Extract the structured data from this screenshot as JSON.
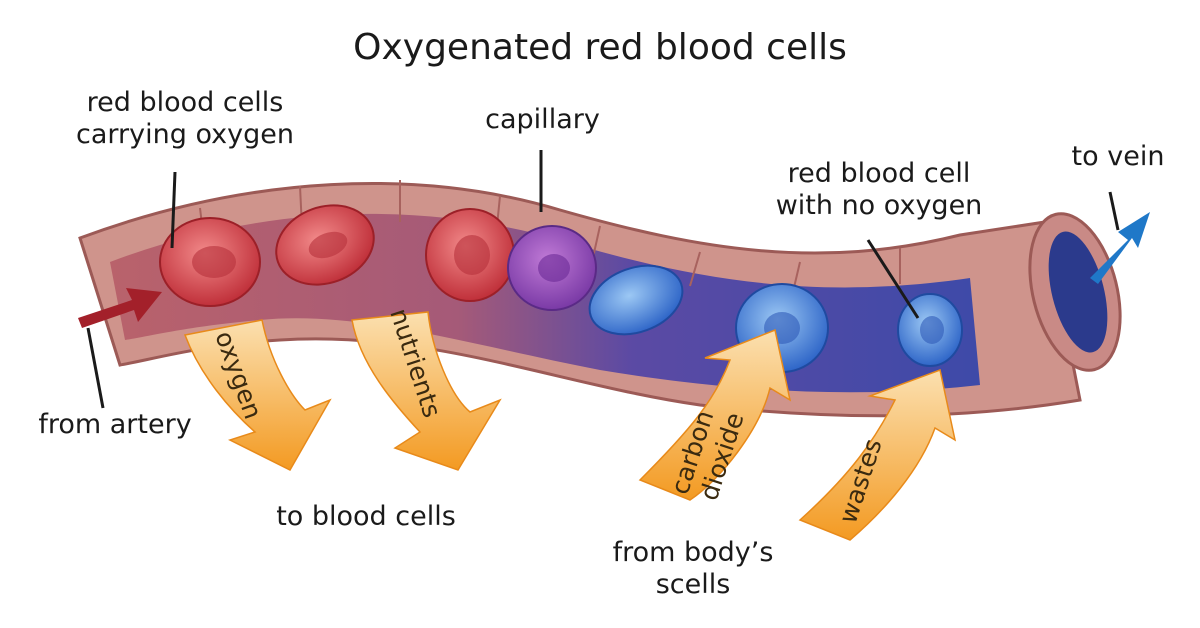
{
  "title": "Oxygenated red blood cells",
  "labels": {
    "rbc_oxygen_line1": "red blood cells",
    "rbc_oxygen_line2": "carrying oxygen",
    "capillary": "capillary",
    "rbc_no_oxygen_line1": "red blood cell",
    "rbc_no_oxygen_line2": "with no oxygen",
    "to_vein": "to vein",
    "from_artery": "from artery",
    "to_blood_cells": "to blood cells",
    "from_body_line1": "from body’s",
    "from_body_line2": "scells"
  },
  "arrows": {
    "oxygen": "oxygen",
    "nutrients": "nutrients",
    "carbon_line1": "carbon",
    "carbon_line2": "dioxide",
    "wastes": "wastes"
  },
  "colors": {
    "vessel_wall": "#c98a86",
    "vessel_inner_red": "#b8646c",
    "vessel_inner_blue": "#4a3f9e",
    "cell_oxygenated": "#d8454c",
    "cell_deoxygenated": "#3f74d8",
    "flow_arrow": "#f6a533",
    "artery_arrow": "#a3202a",
    "vein_arrow": "#1f78c8"
  }
}
